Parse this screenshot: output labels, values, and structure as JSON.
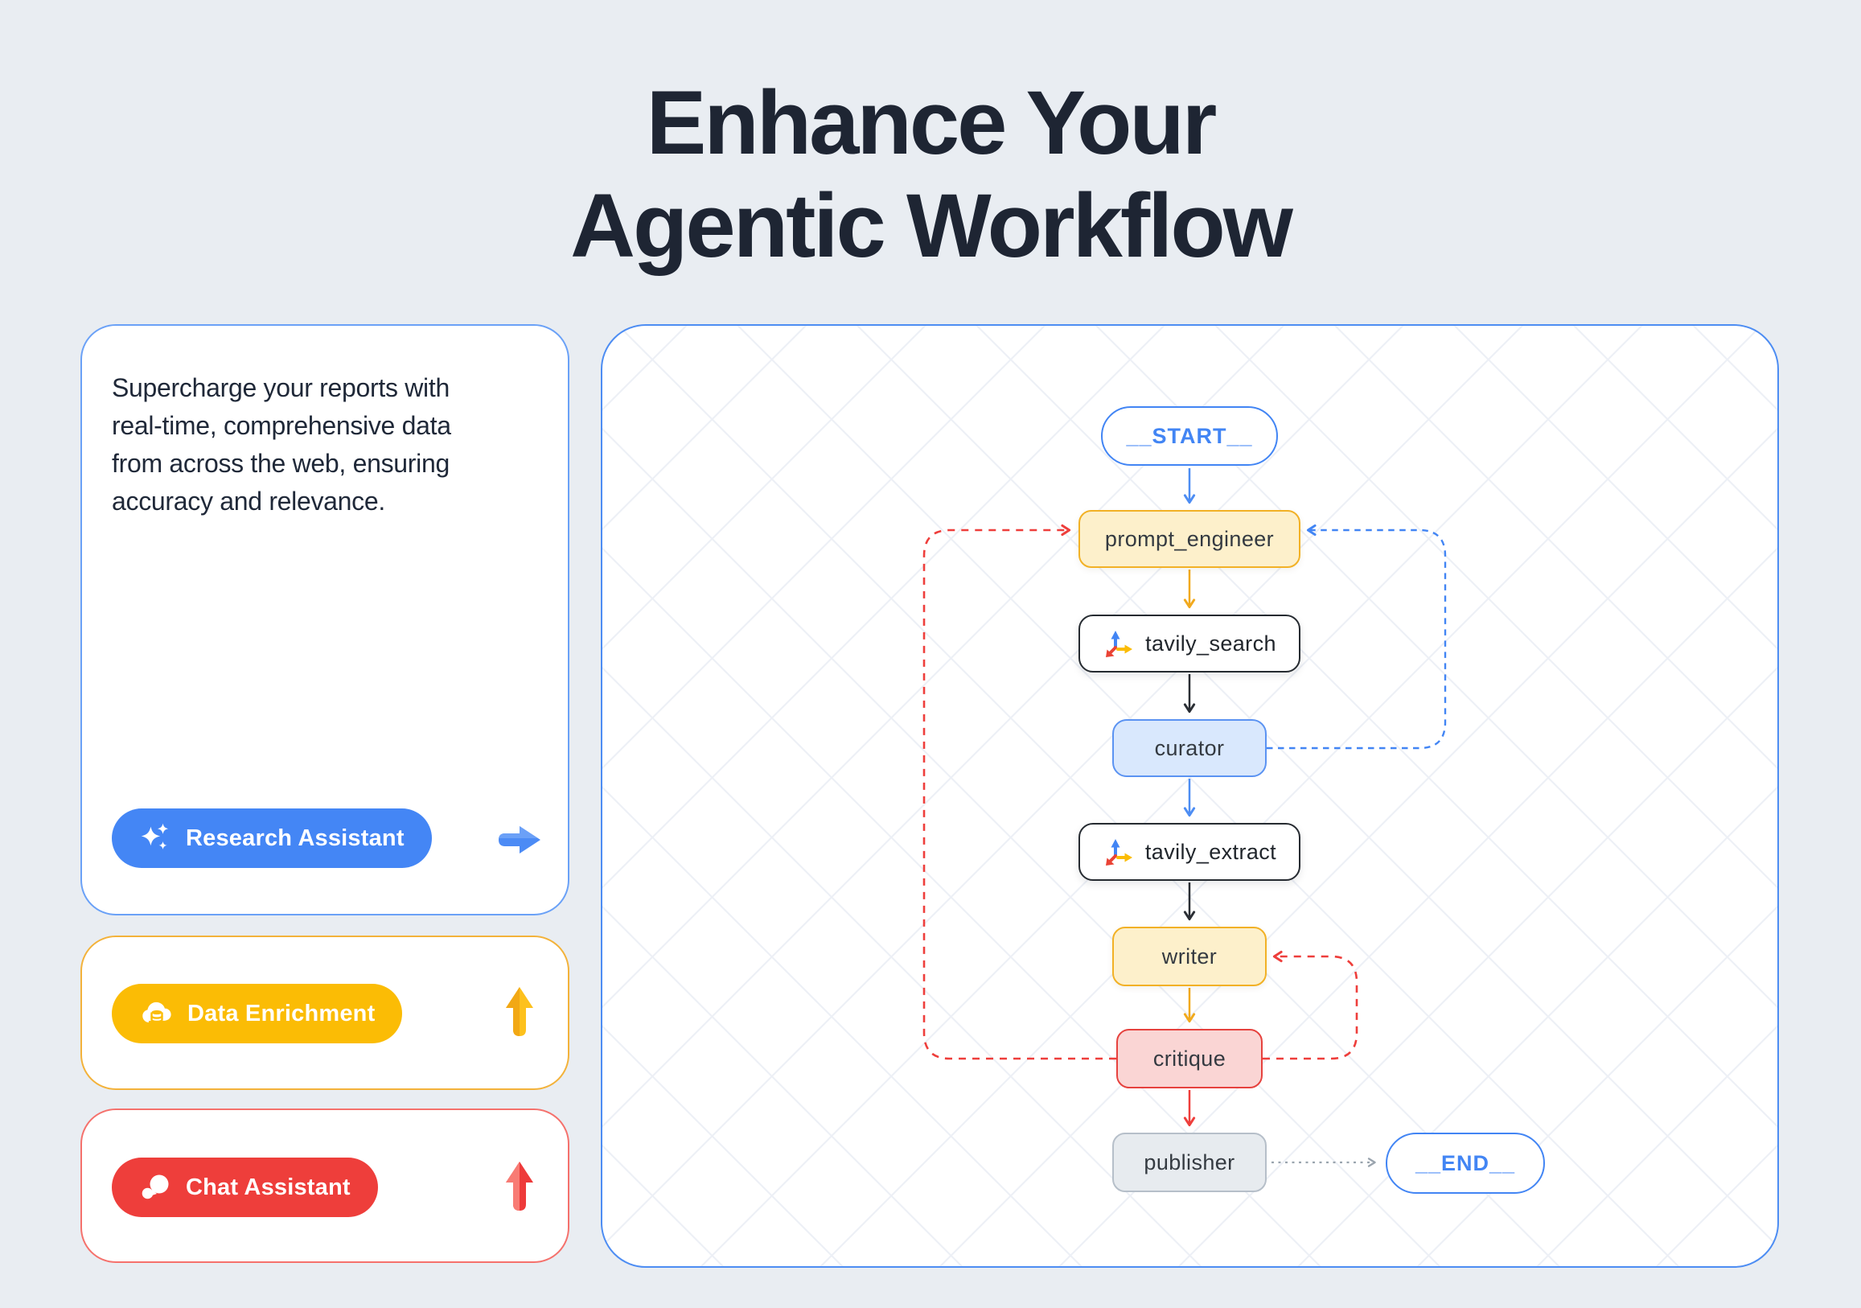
{
  "header": {
    "title_line1": "Enhance Your",
    "title_line2": "Agentic Workflow"
  },
  "colors": {
    "page_background": "#e9edf2",
    "title_text": "#1e2533",
    "panel_border": "#4d8df3",
    "blue_accent": "#4285f4",
    "yellow_accent": "#fbbc05",
    "red_accent": "#ee3e3b"
  },
  "cards": {
    "research": {
      "description": "Supercharge your reports with real-time, comprehensive data from across the web, ensuring accuracy and relevance.",
      "button_label": "Research Assistant",
      "icon": "sparkles-icon",
      "arrow_icon": "right-arrow-icon",
      "accent": "#4486f5"
    },
    "data_enrichment": {
      "button_label": "Data Enrichment",
      "icon": "cloud-database-icon",
      "arrow_icon": "up-arrow-icon",
      "accent": "#fbbc05"
    },
    "chat_assistant": {
      "button_label": "Chat Assistant",
      "icon": "chat-bubbles-icon",
      "arrow_icon": "up-arrow-icon",
      "accent": "#ee3e3b"
    }
  },
  "diagram": {
    "nodes": [
      {
        "id": "__start__",
        "label": "__START__",
        "shape": "pill",
        "fill": "#ffffff",
        "border": "#4285f4",
        "text_color": "#4285f4"
      },
      {
        "id": "prompt_engineer",
        "label": "prompt_engineer",
        "shape": "rounded",
        "fill": "#fdf0cb",
        "border": "#f2b126",
        "text_color": "#343a41"
      },
      {
        "id": "tavily_search",
        "label": "tavily_search",
        "shape": "rounded",
        "fill": "#ffffff",
        "border": "#262b31",
        "text_color": "#21262c",
        "icon": "tavily-axis-icon"
      },
      {
        "id": "curator",
        "label": "curator",
        "shape": "rounded",
        "fill": "#d9e8fd",
        "border": "#5b93f2",
        "text_color": "#343a41"
      },
      {
        "id": "tavily_extract",
        "label": "tavily_extract",
        "shape": "rounded",
        "fill": "#ffffff",
        "border": "#262b31",
        "text_color": "#21262c",
        "icon": "tavily-axis-icon"
      },
      {
        "id": "writer",
        "label": "writer",
        "shape": "rounded",
        "fill": "#fdf0cb",
        "border": "#f2b126",
        "text_color": "#343a41"
      },
      {
        "id": "critique",
        "label": "critique",
        "shape": "rounded",
        "fill": "#fad5d4",
        "border": "#e6423e",
        "text_color": "#343a41"
      },
      {
        "id": "publisher",
        "label": "publisher",
        "shape": "rounded",
        "fill": "#e7ebef",
        "border": "#b6bfc9",
        "text_color": "#343a41"
      },
      {
        "id": "__end__",
        "label": "__END__",
        "shape": "pill",
        "fill": "#ffffff",
        "border": "#4285f4",
        "text_color": "#4285f4"
      }
    ],
    "edges": [
      {
        "from": "__start__",
        "to": "prompt_engineer",
        "style": "solid",
        "color": "#4d8df3"
      },
      {
        "from": "prompt_engineer",
        "to": "tavily_search",
        "style": "solid",
        "color": "#f1a91d"
      },
      {
        "from": "tavily_search",
        "to": "curator",
        "style": "solid",
        "color": "#2a2e34"
      },
      {
        "from": "curator",
        "to": "tavily_extract",
        "style": "solid",
        "color": "#4d8df3"
      },
      {
        "from": "tavily_extract",
        "to": "writer",
        "style": "solid",
        "color": "#2a2e34"
      },
      {
        "from": "writer",
        "to": "critique",
        "style": "solid",
        "color": "#f1a91d"
      },
      {
        "from": "critique",
        "to": "publisher",
        "style": "solid",
        "color": "#ee3e3b"
      },
      {
        "from": "publisher",
        "to": "__end__",
        "style": "dotted",
        "color": "#9aa4ae"
      },
      {
        "from": "critique",
        "to": "prompt_engineer",
        "style": "dashed",
        "color": "#ee3e3b",
        "route": "left-loop"
      },
      {
        "from": "critique",
        "to": "writer",
        "style": "dashed",
        "color": "#ee3e3b",
        "route": "right-loop"
      },
      {
        "from": "curator",
        "to": "prompt_engineer",
        "style": "dashed",
        "color": "#4285f4",
        "route": "right-loop"
      }
    ]
  }
}
